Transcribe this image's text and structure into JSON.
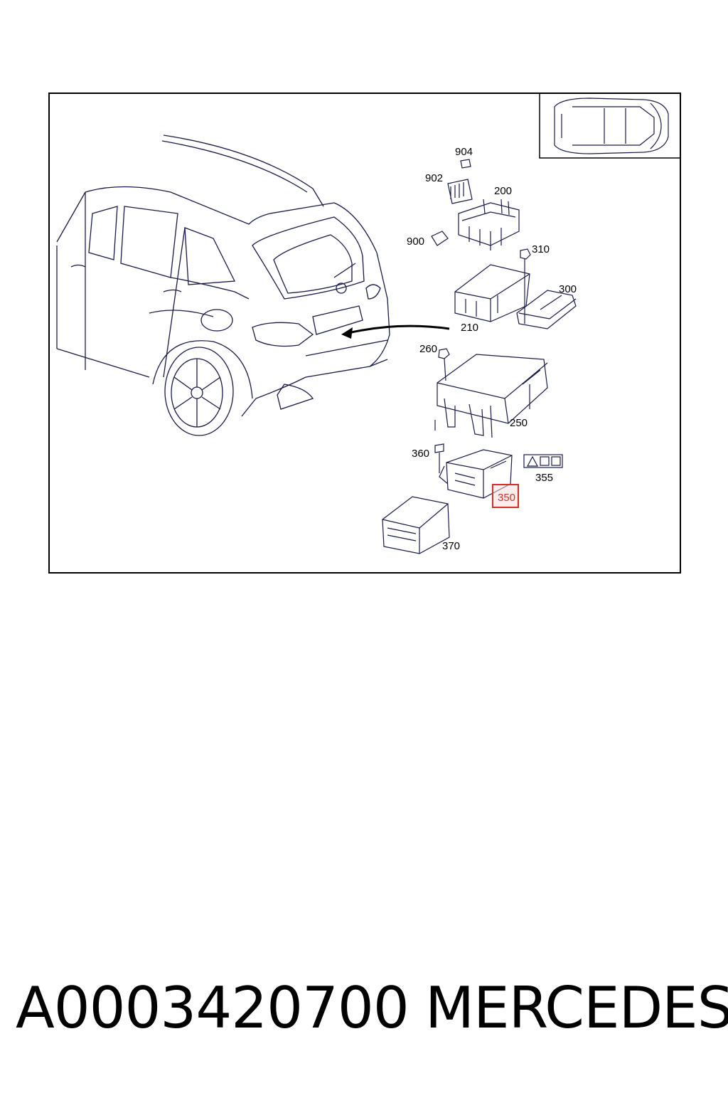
{
  "callouts": {
    "c904": "904",
    "c902": "902",
    "c200": "200",
    "c900": "900",
    "c310": "310",
    "c300": "300",
    "c210": "210",
    "c260": "260",
    "c250": "250",
    "c360": "360",
    "c355": "355",
    "c350": "350",
    "c370": "370"
  },
  "highlighted_callout": "350",
  "colors": {
    "line": "#1a1a4a",
    "frame": "#000000",
    "highlight": "#d32f2f"
  },
  "footer": {
    "part_number": "A0003420700",
    "brand": "MERCEDES"
  }
}
